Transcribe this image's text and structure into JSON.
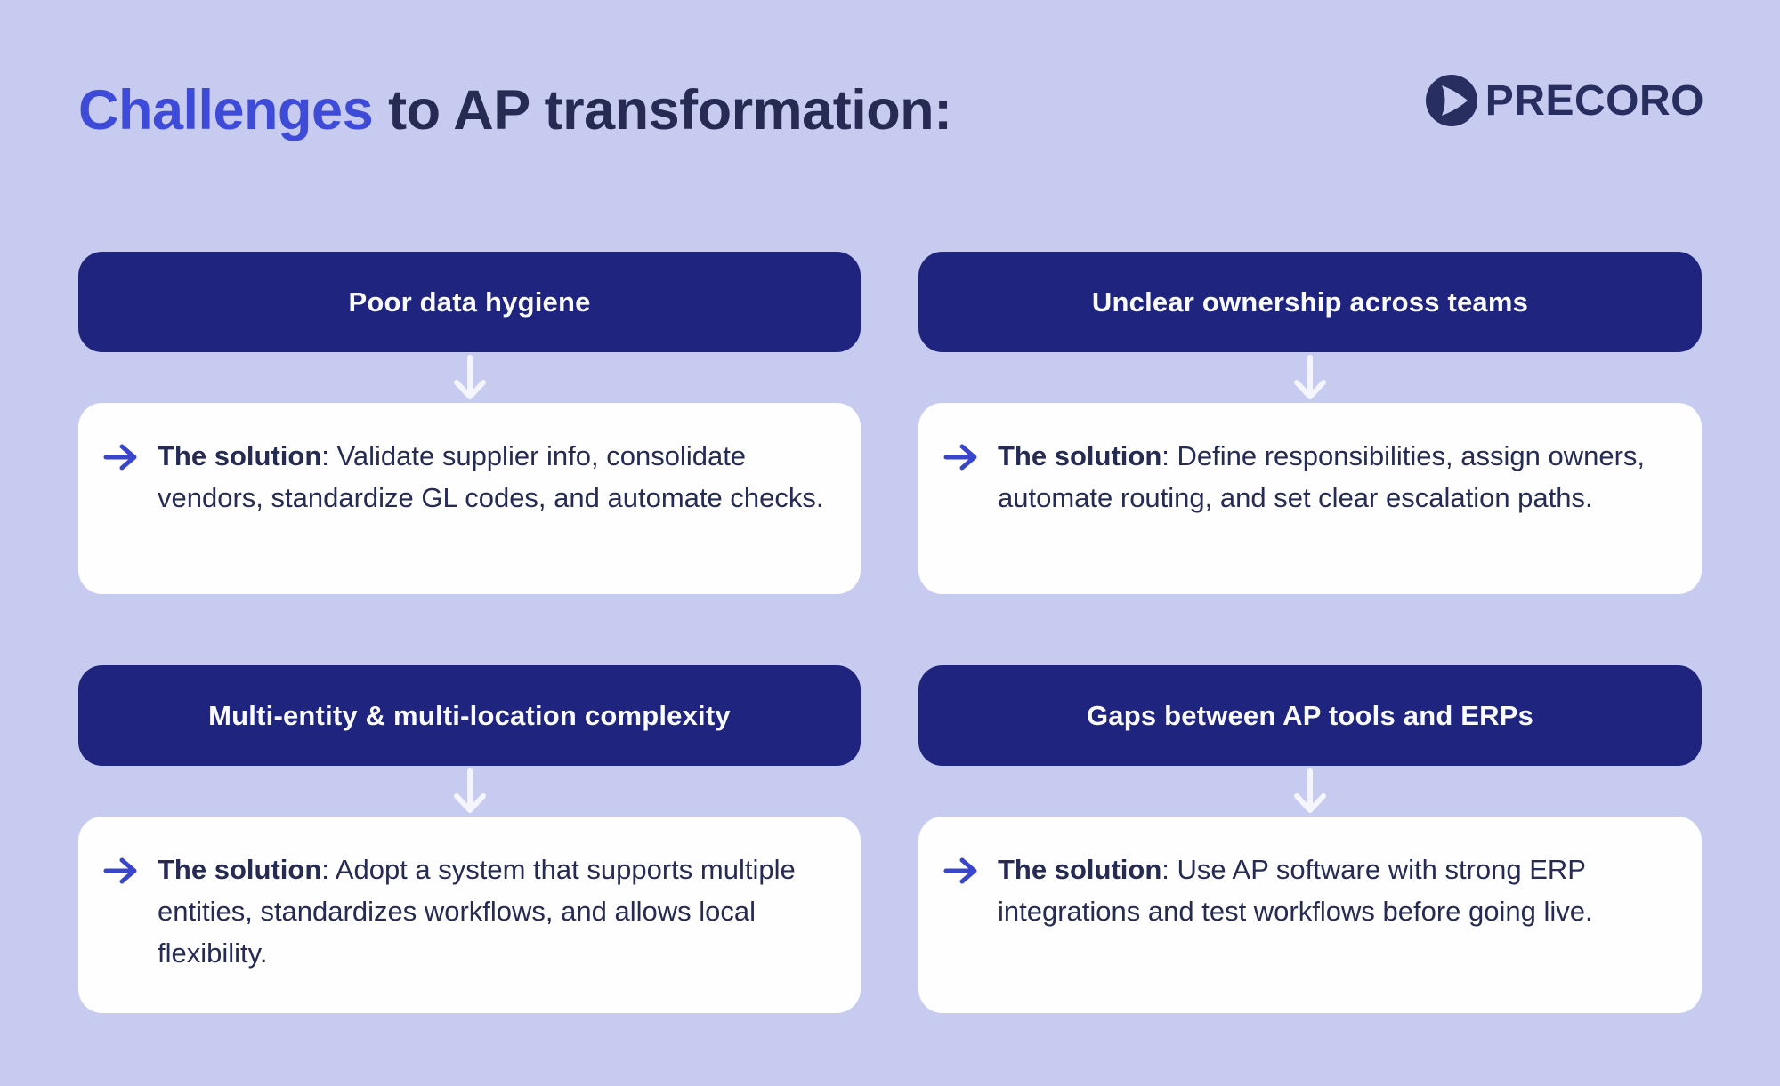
{
  "header": {
    "title_highlight": "Challenges",
    "title_rest": " to AP transformation:",
    "logo_text": "PRECORO"
  },
  "colors": {
    "background": "#C7CBF0",
    "pill_navy": "#1F247E",
    "title_accent_blue": "#3D4BD8",
    "text_dark_navy": "#252B52",
    "solution_arrow_blue": "#3946CB",
    "card_white": "#FEFEFF"
  },
  "sections": [
    {
      "challenge": "Poor data hygiene",
      "solution_label": "The solution",
      "solution_text": ": Validate supplier info, consolidate vendors, standardize GL codes, and automate checks."
    },
    {
      "challenge": "Unclear ownership across teams",
      "solution_label": "The solution",
      "solution_text": ": Define responsibilities, assign owners, automate routing, and set clear escalation paths."
    },
    {
      "challenge": "Multi-entity & multi-location complexity",
      "solution_label": "The solution",
      "solution_text": ": Adopt a system that supports multiple entities, standardizes workflows, and allows local flexibility."
    },
    {
      "challenge": "Gaps between AP tools and ERPs",
      "solution_label": "The solution",
      "solution_text": ": Use AP software with strong ERP integrations and test workflows before going live."
    }
  ]
}
